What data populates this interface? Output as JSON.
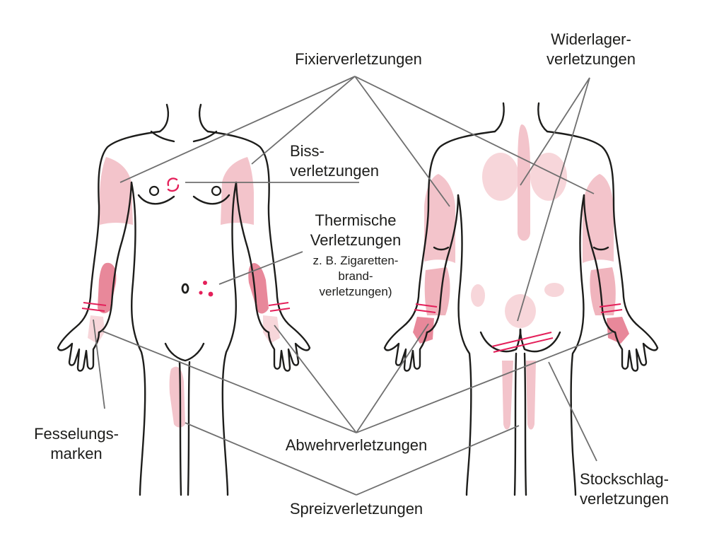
{
  "labels": {
    "fixier": "Fixierverletzungen",
    "widerlager_1": "Widerlager-",
    "widerlager_2": "verletzungen",
    "biss_1": "Biss-",
    "biss_2": "verletzungen",
    "thermisch_1": "Thermische",
    "thermisch_2": "Verletzungen",
    "thermisch_3": "z. B. Zigaretten-",
    "thermisch_4": "brand-",
    "thermisch_5": "verletzungen)",
    "fesselung_1": "Fesselungs-",
    "fesselung_2": "marken",
    "abwehr": "Abwehrverletzungen",
    "stockschlag_1": "Stockschlag-",
    "stockschlag_2": "verletzungen",
    "spreiz": "Spreizverletzungen"
  },
  "colors": {
    "zone_light": "#f7d6da",
    "zone_mid": "#f0b4bd",
    "zone_strong": "#e8889a",
    "mark": "#e4205a",
    "outline": "#1d1d1b",
    "leader": "#6f6f6f"
  },
  "icons": {
    "front_figure": "human-body-front",
    "back_figure": "human-body-back"
  }
}
